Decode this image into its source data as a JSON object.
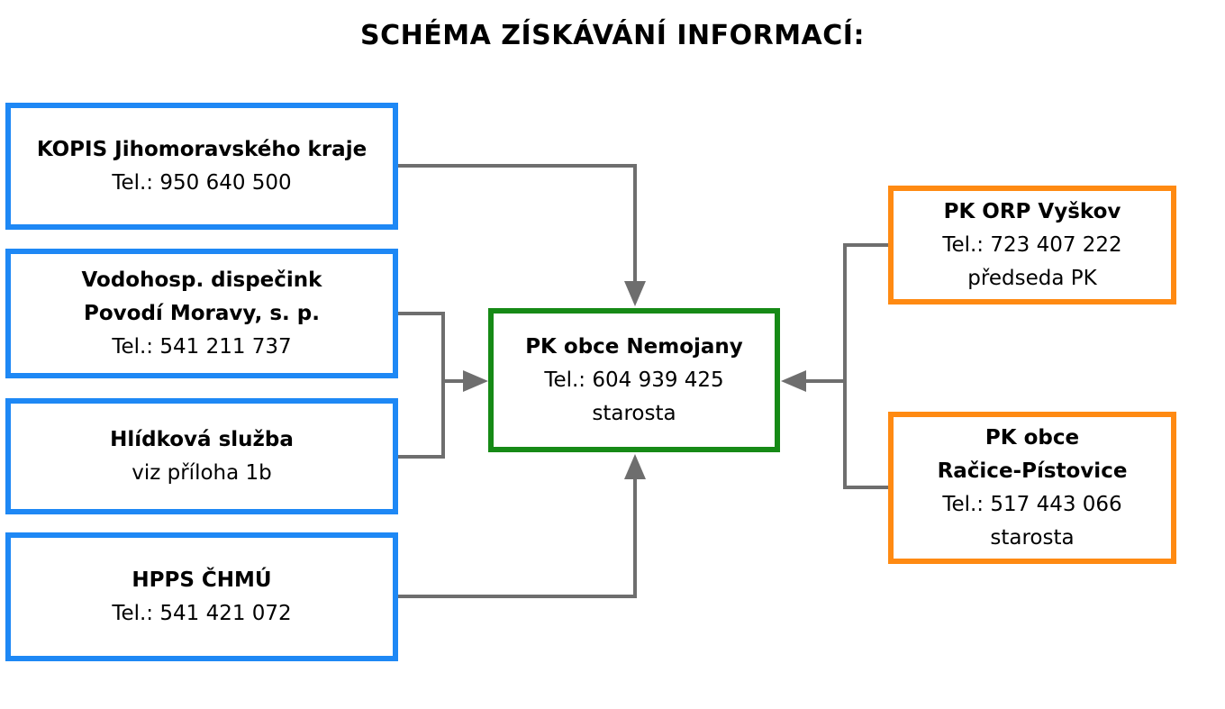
{
  "title": "SCHÉMA ZÍSKÁVÁNÍ INFORMACÍ:",
  "colors": {
    "source_border": "#1e88f5",
    "center_border": "#168a16",
    "peer_border": "#ff8a12",
    "connector": "#6e6e6e"
  },
  "sources": {
    "kopis": {
      "name": "KOPIS Jihomoravského kraje",
      "phone": "Tel.: 950 640 500"
    },
    "vodohosp": {
      "name1": "Vodohosp. dispečink",
      "name2": "Povodí Moravy, s. p.",
      "phone": "Tel.: 541 211 737"
    },
    "hlidkova": {
      "name": "Hlídková služba",
      "note": "viz příloha 1b"
    },
    "hpps": {
      "name": "HPPS ČHMÚ",
      "phone": "Tel.: 541 421 072"
    }
  },
  "center": {
    "name": "PK obce Nemojany",
    "phone": "Tel.: 604 939 425",
    "role": "starosta"
  },
  "peers": {
    "orp": {
      "name": "PK ORP Vyškov",
      "phone": "Tel.: 723 407 222",
      "role": "předseda PK"
    },
    "racice": {
      "name1": "PK obce",
      "name2": "Račice-Pístovice",
      "phone": "Tel.: 517 443 066",
      "role": "starosta"
    }
  }
}
